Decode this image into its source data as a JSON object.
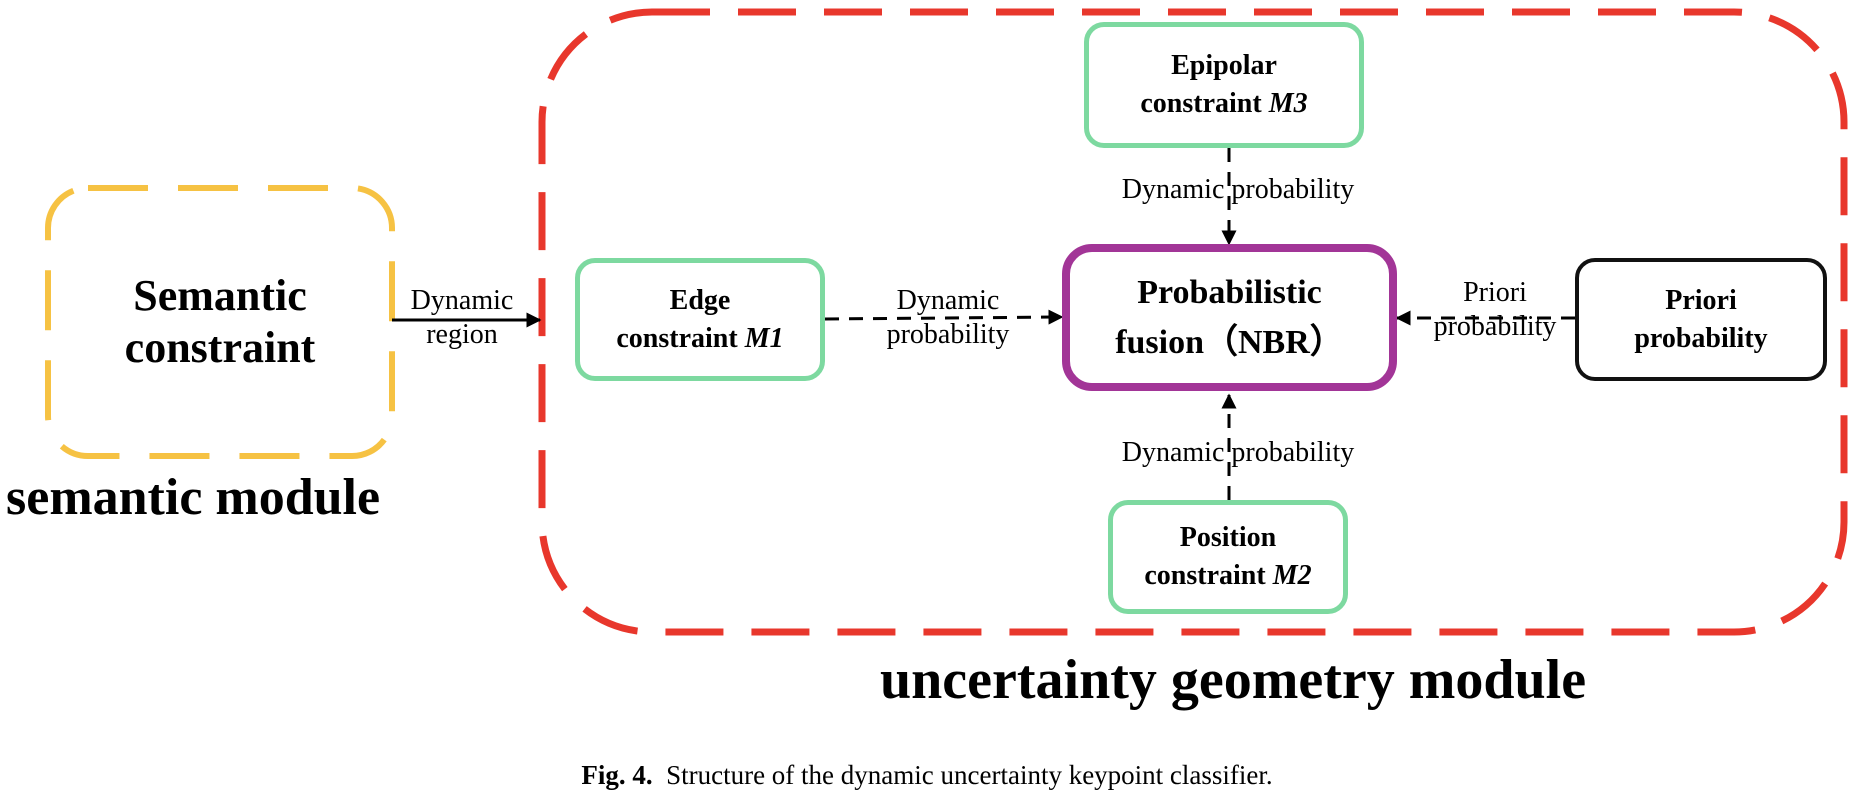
{
  "nodes": {
    "semantic": {
      "line1": "Semantic",
      "line2": "constraint"
    },
    "edge": {
      "line1": "Edge",
      "line2_text": "constraint ",
      "line2_var": "M1"
    },
    "fusion": {
      "line1": "Probabilistic",
      "line2": "fusion（NBR）"
    },
    "priori": {
      "line1": "Priori",
      "line2": "probability"
    },
    "epipolar": {
      "line1": "Epipolar",
      "line2_text": "constraint ",
      "line2_var": "M3"
    },
    "position": {
      "line1": "Position",
      "line2_text": "constraint ",
      "line2_var": "M2"
    }
  },
  "edges": {
    "dynamic_region": {
      "line1": "Dynamic",
      "line2": "region"
    },
    "edge_to_fusion": {
      "line1": "Dynamic",
      "line2": "probability"
    },
    "priori_to_fusion": {
      "line1": "Priori",
      "line2": "probability"
    },
    "epipolar_to_fusion": {
      "line1": "Dynamic",
      "line2": "probability"
    },
    "position_to_fusion": {
      "line1": "Dynamic",
      "line2": "probability"
    }
  },
  "modules": {
    "semantic": "semantic  module",
    "geometry": "uncertainty geometry module"
  },
  "caption": {
    "label": "Fig. 4.",
    "text": "Structure of the dynamic uncertainty keypoint classifier."
  },
  "colors": {
    "semantic_module_border": "#f6c243",
    "geometry_module_border": "#e8372c",
    "constraint_border": "#7dd9a0",
    "fusion_border": "#a23597",
    "priori_border": "#111111"
  }
}
